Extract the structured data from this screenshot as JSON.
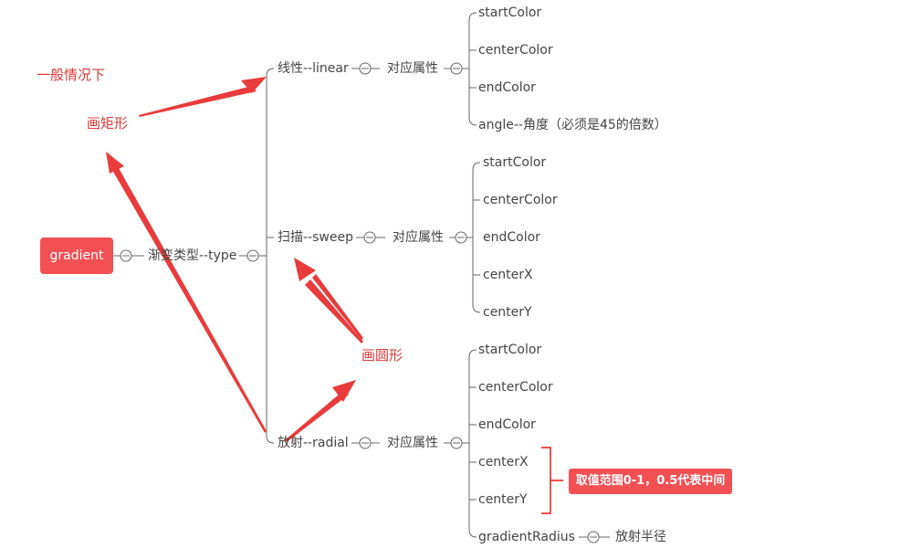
{
  "root": "gradient",
  "type_label": "渐变类型--type",
  "groups": [
    {
      "name": "线性--linear",
      "attr_label": "对应属性",
      "items": [
        "startColor",
        "centerColor",
        "endColor",
        "angle--角度（必须是45的倍数）"
      ]
    },
    {
      "name": "扫描--sweep",
      "attr_label": "对应属性",
      "items": [
        "startColor",
        "centerColor",
        "endColor",
        "centerX",
        "centerY"
      ]
    },
    {
      "name": "放射--radial",
      "attr_label": "对应属性",
      "items": [
        "startColor",
        "centerColor",
        "endColor",
        "centerX",
        "centerY",
        "gradientRadius"
      ]
    }
  ],
  "gradient_radius_child": "放射半径",
  "note": "取值范围0-1，0.5代表中间",
  "annotations": {
    "general": "一般情况下",
    "rect": "画矩形",
    "circle": "画圆形"
  },
  "colors": {
    "root": "#f25052",
    "note": "#f25052",
    "annotation": "#d93a3a",
    "arrow": "#e83b3b",
    "bracket": "#f25052",
    "line": "#666666",
    "text": "#444444"
  }
}
